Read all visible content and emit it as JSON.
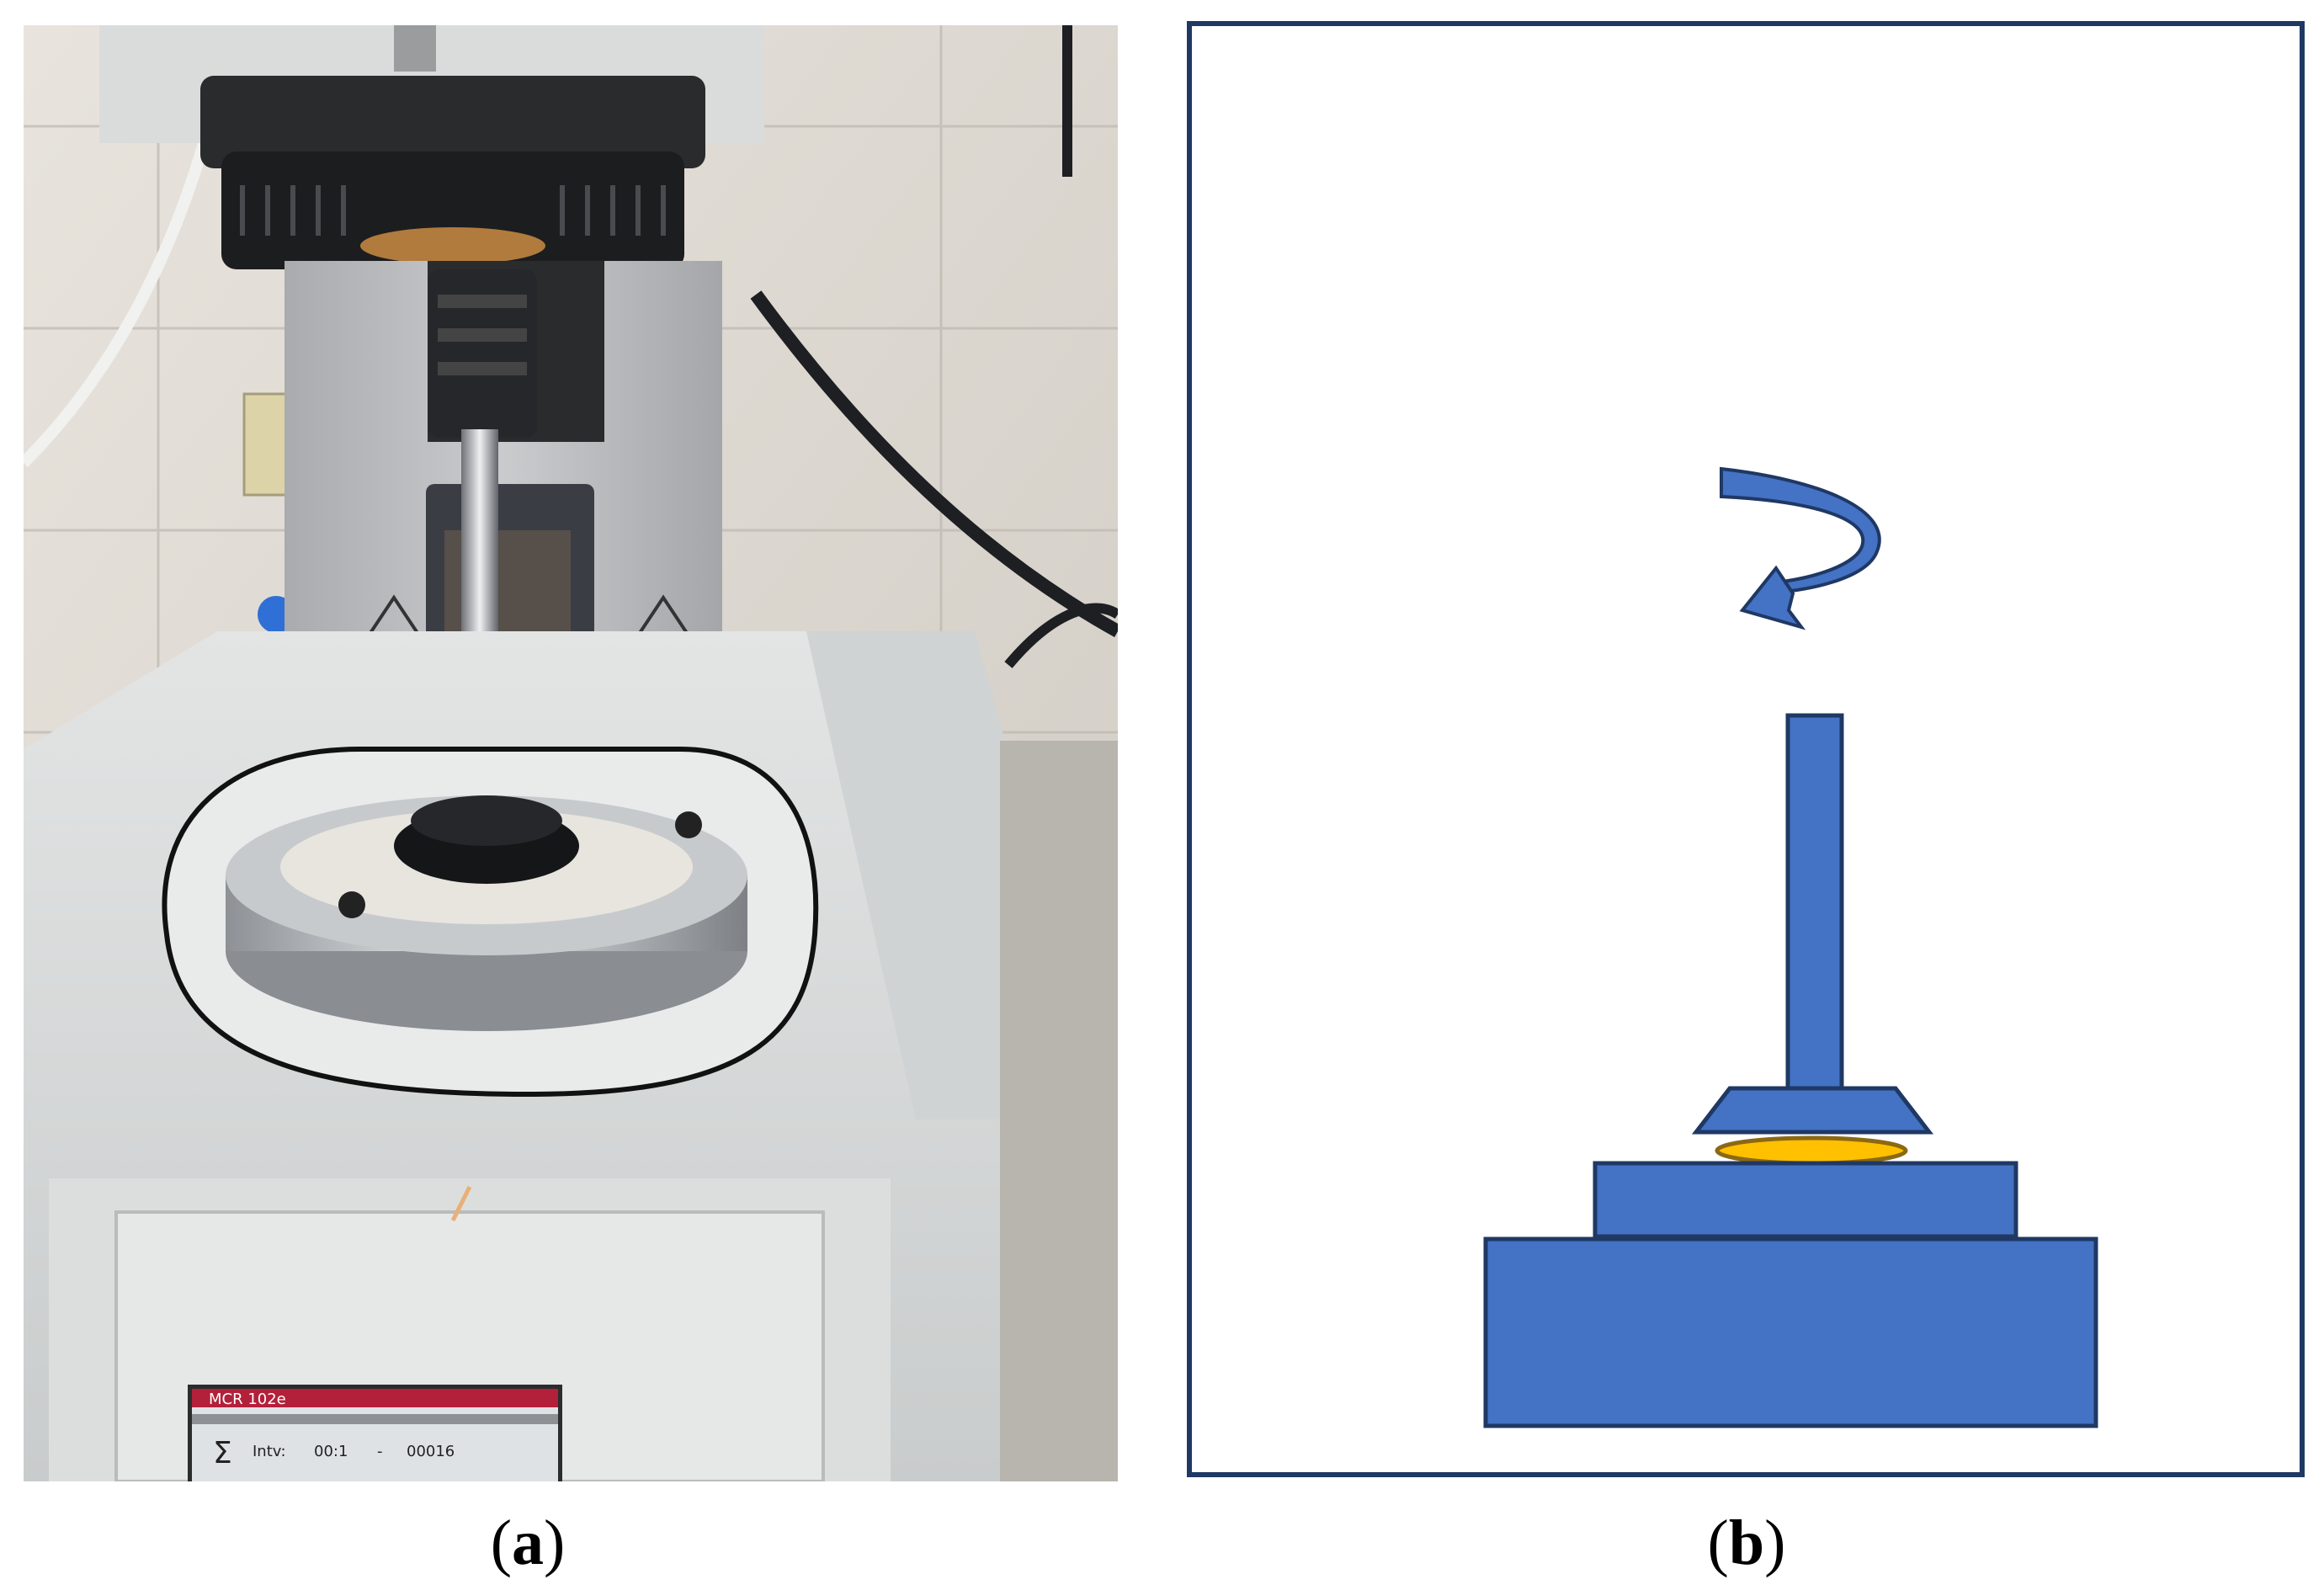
{
  "panels": {
    "a": {
      "caption_open": "(",
      "caption_letter": "a",
      "caption_close": ")",
      "lcd": {
        "model": "MCR 102e",
        "row_label": "Intv:",
        "value1": "00:1",
        "value2": "00016"
      }
    },
    "b": {
      "caption_open": "(",
      "caption_letter": "b",
      "caption_close": ")"
    }
  },
  "colors": {
    "diagram_blue": "#4472C4",
    "diagram_outline": "#1F3864",
    "sample": "#FFC000",
    "sample_outline": "#8B6914",
    "frame": "#1F3864"
  }
}
